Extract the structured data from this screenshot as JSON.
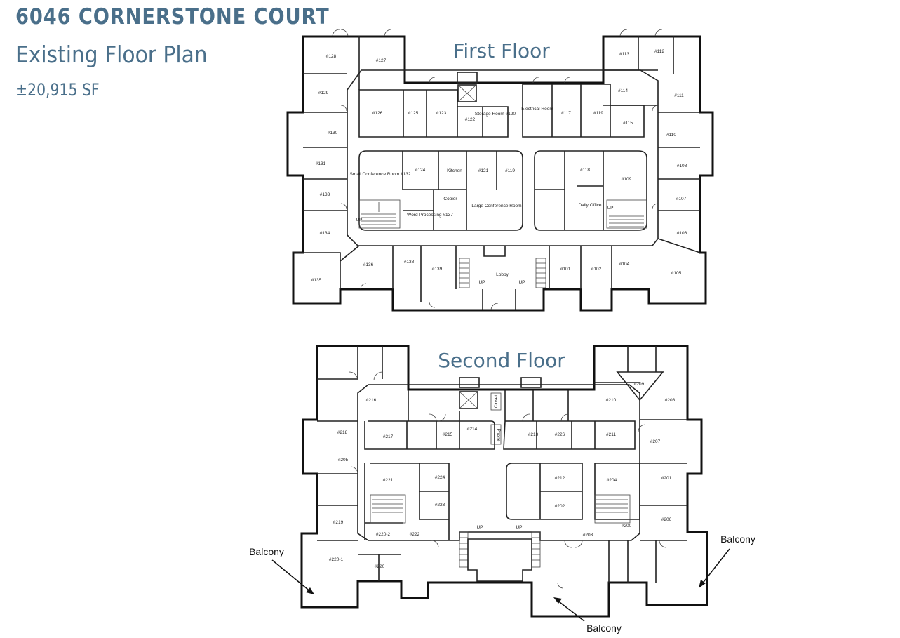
{
  "header": {
    "title": "6046 CORNERSTONE COURT",
    "subtitle": "Existing Floor Plan",
    "area": "±20,915 SF"
  },
  "colors": {
    "accent": "#4a6f8a",
    "walls": "#111111"
  },
  "first_floor": {
    "label": "First Floor",
    "rooms": [
      {
        "id": "r128",
        "label": "#128"
      },
      {
        "id": "r127",
        "label": "#127"
      },
      {
        "id": "r129",
        "label": "#129"
      },
      {
        "id": "r126",
        "label": "#126"
      },
      {
        "id": "r125",
        "label": "#125"
      },
      {
        "id": "r123",
        "label": "#123"
      },
      {
        "id": "r122",
        "label": "#122"
      },
      {
        "id": "storage",
        "label": "Storage Room #120"
      },
      {
        "id": "electrical",
        "label": "Electrical Room"
      },
      {
        "id": "r117",
        "label": "#117"
      },
      {
        "id": "r119a",
        "label": "#119"
      },
      {
        "id": "r113",
        "label": "#113"
      },
      {
        "id": "r112",
        "label": "#112"
      },
      {
        "id": "r114",
        "label": "#114"
      },
      {
        "id": "r111",
        "label": "#111"
      },
      {
        "id": "r115",
        "label": "#115"
      },
      {
        "id": "r130",
        "label": "#130"
      },
      {
        "id": "r110",
        "label": "#110"
      },
      {
        "id": "r131",
        "label": "#131"
      },
      {
        "id": "small_conf",
        "label": "Small Conference Room #132"
      },
      {
        "id": "r124",
        "label": "#124"
      },
      {
        "id": "kitchen",
        "label": "Kitchen"
      },
      {
        "id": "r121",
        "label": "#121"
      },
      {
        "id": "r119b",
        "label": "#119"
      },
      {
        "id": "r118",
        "label": "#118"
      },
      {
        "id": "r109",
        "label": "#109"
      },
      {
        "id": "r108",
        "label": "#108"
      },
      {
        "id": "r133",
        "label": "#133"
      },
      {
        "id": "copier",
        "label": "Copier"
      },
      {
        "id": "large_conf",
        "label": "Large Conference Room"
      },
      {
        "id": "daily",
        "label": "Daily Office"
      },
      {
        "id": "r107",
        "label": "#107"
      },
      {
        "id": "word",
        "label": "Word Processing #137"
      },
      {
        "id": "r134",
        "label": "#134"
      },
      {
        "id": "r106",
        "label": "#106"
      },
      {
        "id": "r136",
        "label": "#136"
      },
      {
        "id": "r138",
        "label": "#138"
      },
      {
        "id": "r139",
        "label": "#139"
      },
      {
        "id": "lobby",
        "label": "Lobby"
      },
      {
        "id": "r101",
        "label": "#101"
      },
      {
        "id": "r102",
        "label": "#102"
      },
      {
        "id": "r104",
        "label": "#104"
      },
      {
        "id": "r135",
        "label": "#135"
      },
      {
        "id": "r105",
        "label": "#105"
      }
    ],
    "stair_labels": [
      "UP",
      "UP",
      "UP",
      "UP"
    ]
  },
  "second_floor": {
    "label": "Second Floor",
    "rooms": [
      {
        "id": "r209",
        "label": "#209"
      },
      {
        "id": "r216",
        "label": "#216"
      },
      {
        "id": "r210",
        "label": "#210"
      },
      {
        "id": "r208",
        "label": "#208"
      },
      {
        "id": "closet",
        "label": "Closet"
      },
      {
        "id": "r218",
        "label": "#218"
      },
      {
        "id": "r217",
        "label": "#217"
      },
      {
        "id": "r215",
        "label": "#215"
      },
      {
        "id": "r214",
        "label": "#214"
      },
      {
        "id": "r213",
        "label": "#213"
      },
      {
        "id": "r226",
        "label": "#226"
      },
      {
        "id": "r211",
        "label": "#211"
      },
      {
        "id": "r207",
        "label": "#207"
      },
      {
        "id": "r205",
        "label": "#205"
      },
      {
        "id": "phone",
        "label": "Phone"
      },
      {
        "id": "r224",
        "label": "#224"
      },
      {
        "id": "r212",
        "label": "#212"
      },
      {
        "id": "r221",
        "label": "#221"
      },
      {
        "id": "r204",
        "label": "#204"
      },
      {
        "id": "r201",
        "label": "#201"
      },
      {
        "id": "r223",
        "label": "#223"
      },
      {
        "id": "r202",
        "label": "#202"
      },
      {
        "id": "r219",
        "label": "#219"
      },
      {
        "id": "r200",
        "label": "#200"
      },
      {
        "id": "r206",
        "label": "#206"
      },
      {
        "id": "r220_2",
        "label": "#220-2"
      },
      {
        "id": "r222",
        "label": "#222"
      },
      {
        "id": "r203",
        "label": "#203"
      },
      {
        "id": "r220_1",
        "label": "#220-1"
      },
      {
        "id": "r220",
        "label": "#220"
      }
    ],
    "stair_labels": [
      "UP",
      "UP"
    ],
    "balconies": [
      "Balcony",
      "Balcony",
      "Balcony"
    ]
  }
}
